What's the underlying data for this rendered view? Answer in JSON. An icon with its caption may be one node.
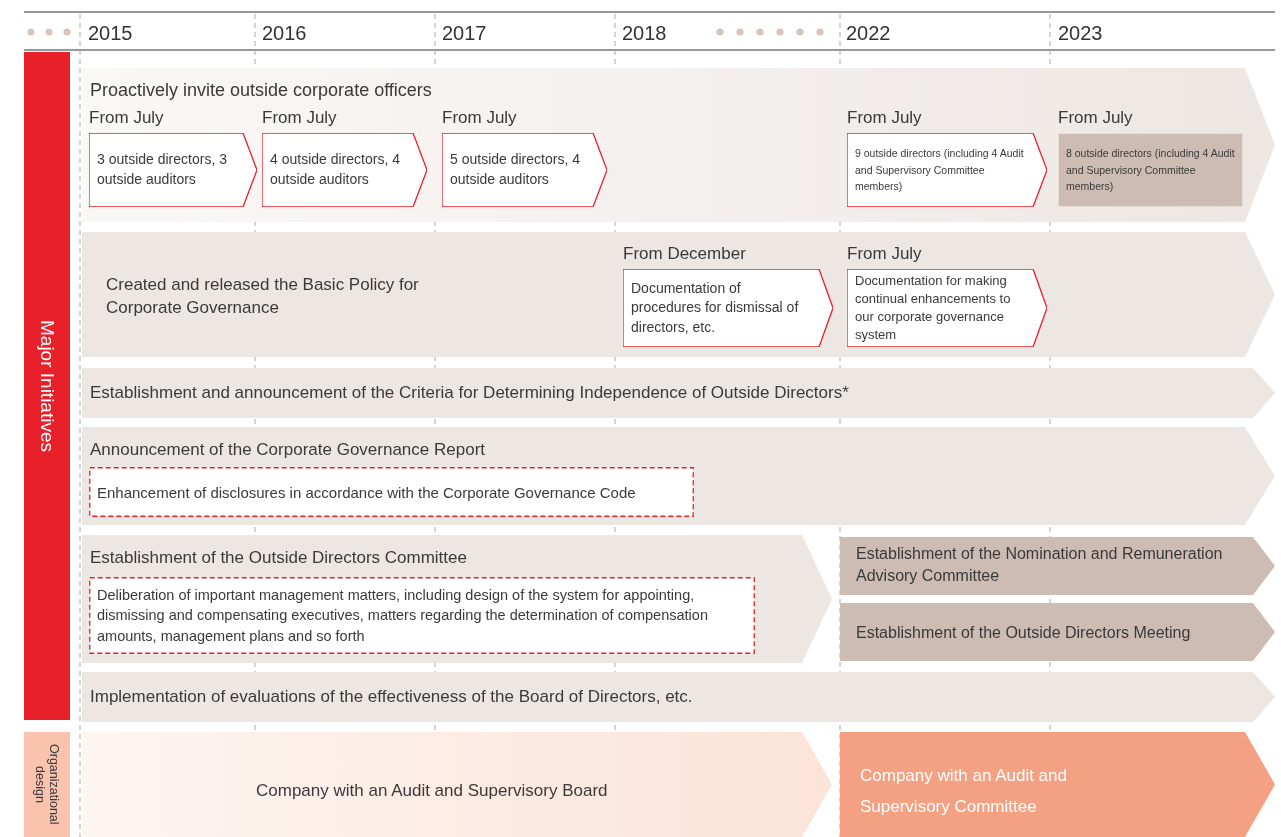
{
  "diagram": {
    "nodes": [
      {
        "text": [
          "Major Initiatives"
        ]
      },
      {
        "text": [
          "Proactively invite outside corporate officers"
        ]
      },
      {
        "text": [
          "3 outside directors, 3 outside auditors"
        ],
        "in": 1,
        "beside": [
          "From July"
        ]
      },
      {
        "text": [
          "4 outside directors, 4 outside auditors"
        ],
        "in": 1,
        "beside": [
          "From July"
        ]
      },
      {
        "text": [
          "5 outside directors, 4 outside auditors"
        ],
        "in": 1,
        "beside": [
          "From July"
        ]
      },
      {
        "text": [
          "9 outside directors (including 4 Audit and Supervisory Committee members)"
        ],
        "in": 1,
        "beside": [
          "From July"
        ]
      },
      {
        "text": [
          "8 outside directors (including 4 Audit and Supervisory Committee members)"
        ],
        "in": 1,
        "beside": [
          "From July"
        ]
      },
      {
        "text": [
          "Created and released the Basic Policy for Corporate Governance"
        ]
      },
      {
        "text": [
          "Documentation of procedures for dismissal of directors, etc."
        ],
        "in": 7,
        "beside": [
          "From December"
        ]
      },
      {
        "text": [
          "Documentation for making continual enhancements to our corporate governance system"
        ],
        "in": 7,
        "beside": [
          "From July"
        ]
      },
      {
        "text": [
          "Establishment and announcement of the Criteria for Determining Independence of Outside Directors*"
        ]
      },
      {
        "text": [
          "Announcement of the Corporate Governance Report"
        ]
      },
      {
        "text": [
          "Enhancement of disclosures in accordance with the Corporate Governance Code"
        ],
        "in": 11
      },
      {
        "text": [
          "Establishment of the Outside Directors Committee"
        ]
      },
      {
        "text": [
          "Deliberation of important management matters, including design of the system for appointing, dismissing and compensating executives, matters regarding the determination of compensation amounts, management plans and so forth"
        ],
        "in": 13
      },
      {
        "text": [
          "Establishment of the Nomination and Remuneration Advisory Committee"
        ]
      },
      {
        "text": [
          "Establishment of the Outside Directors Meeting"
        ]
      },
      {
        "text": [
          "Implementation of evaluations of the effectiveness of the Board of Directors, etc."
        ]
      },
      {
        "text": [
          "Organizational design"
        ]
      },
      {
        "text": [
          "Company with an Audit and Supervisory Board"
        ]
      },
      {
        "text": [
          "Company with an Audit and Supervisory Committee"
        ]
      }
    ],
    "labels": [
      "2015",
      "2016",
      "2017",
      "2018",
      "2022",
      "2023"
    ]
  }
}
